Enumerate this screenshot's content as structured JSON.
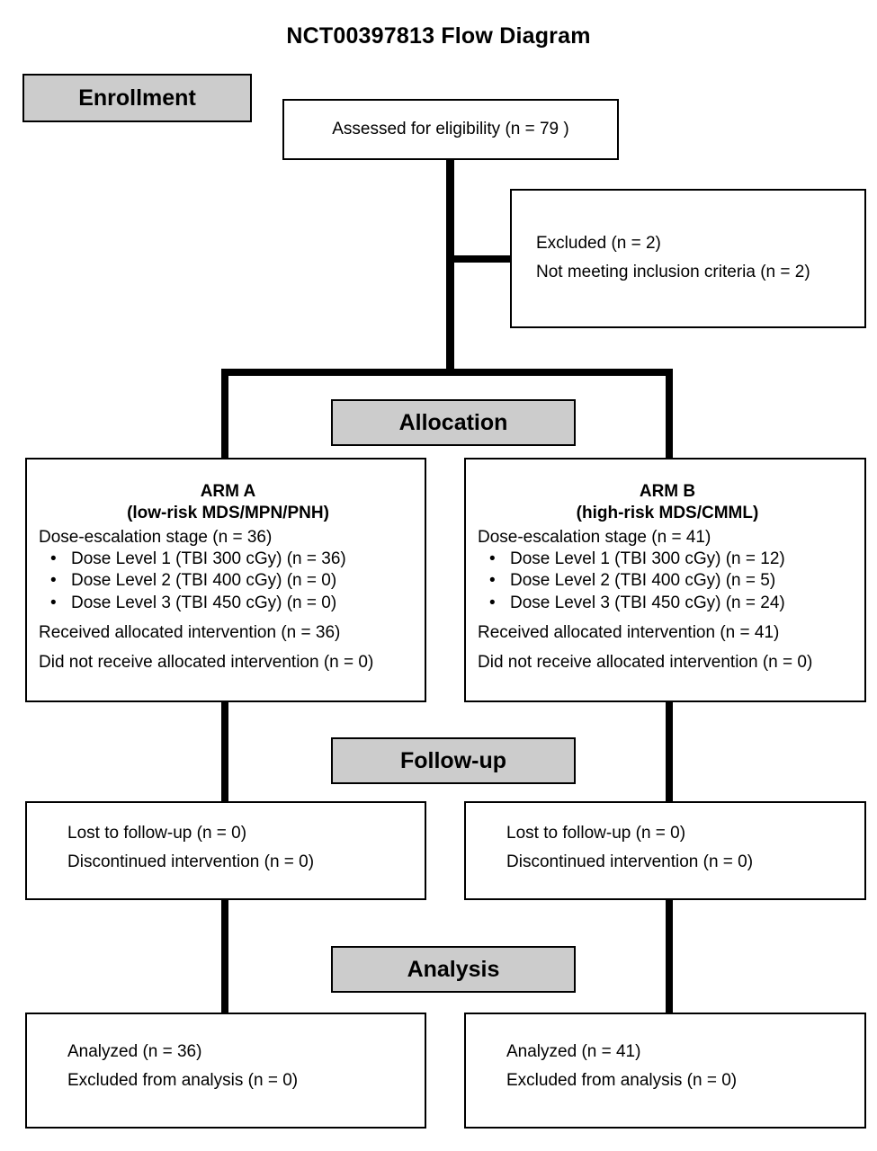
{
  "title": "NCT00397813 Flow Diagram",
  "colors": {
    "stage_fill": "#cccccc",
    "line": "#000000",
    "box_fill": "#ffffff"
  },
  "stages": {
    "enrollment": "Enrollment",
    "allocation": "Allocation",
    "followup": "Follow-up",
    "analysis": "Analysis"
  },
  "assessed": {
    "line1": "Assessed for eligibility (n = 79 )"
  },
  "excluded": {
    "line1": "Excluded (n = 2)",
    "line2": "Not meeting inclusion criteria (n = 2)"
  },
  "arm_a": {
    "title": "ARM A",
    "subtitle": "(low-risk MDS/MPN/PNH)",
    "stage_line": "Dose-escalation stage (n = 36)",
    "bullet_char": "•",
    "doses": [
      "Dose Level 1 (TBI 300 cGy) (n = 36)",
      "Dose Level 2 (TBI 400 cGy) (n = 0)",
      "Dose Level 3 (TBI 450 cGy) (n = 0)"
    ],
    "received": "Received allocated intervention (n = 36)",
    "not_received": "Did not receive allocated intervention (n = 0)"
  },
  "arm_b": {
    "title": "ARM B",
    "subtitle": "(high-risk MDS/CMML)",
    "stage_line": "Dose-escalation stage (n = 41)",
    "bullet_char": "•",
    "doses": [
      "Dose Level 1 (TBI 300 cGy) (n = 12)",
      "Dose Level 2 (TBI 400 cGy) (n = 5)",
      "Dose Level 3 (TBI 450 cGy) (n = 24)"
    ],
    "received": "Received allocated intervention (n = 41)",
    "not_received": "Did not receive allocated intervention (n = 0)"
  },
  "followup_left": {
    "line1": "Lost to follow-up (n = 0)",
    "line2": "Discontinued intervention (n = 0)"
  },
  "followup_right": {
    "line1": "Lost to follow-up (n = 0)",
    "line2": "Discontinued intervention (n = 0)"
  },
  "analysis_left": {
    "line1": "Analyzed (n = 36)",
    "line2": "Excluded from analysis (n = 0)"
  },
  "analysis_right": {
    "line1": "Analyzed (n = 41)",
    "line2": "Excluded from analysis (n = 0)"
  }
}
